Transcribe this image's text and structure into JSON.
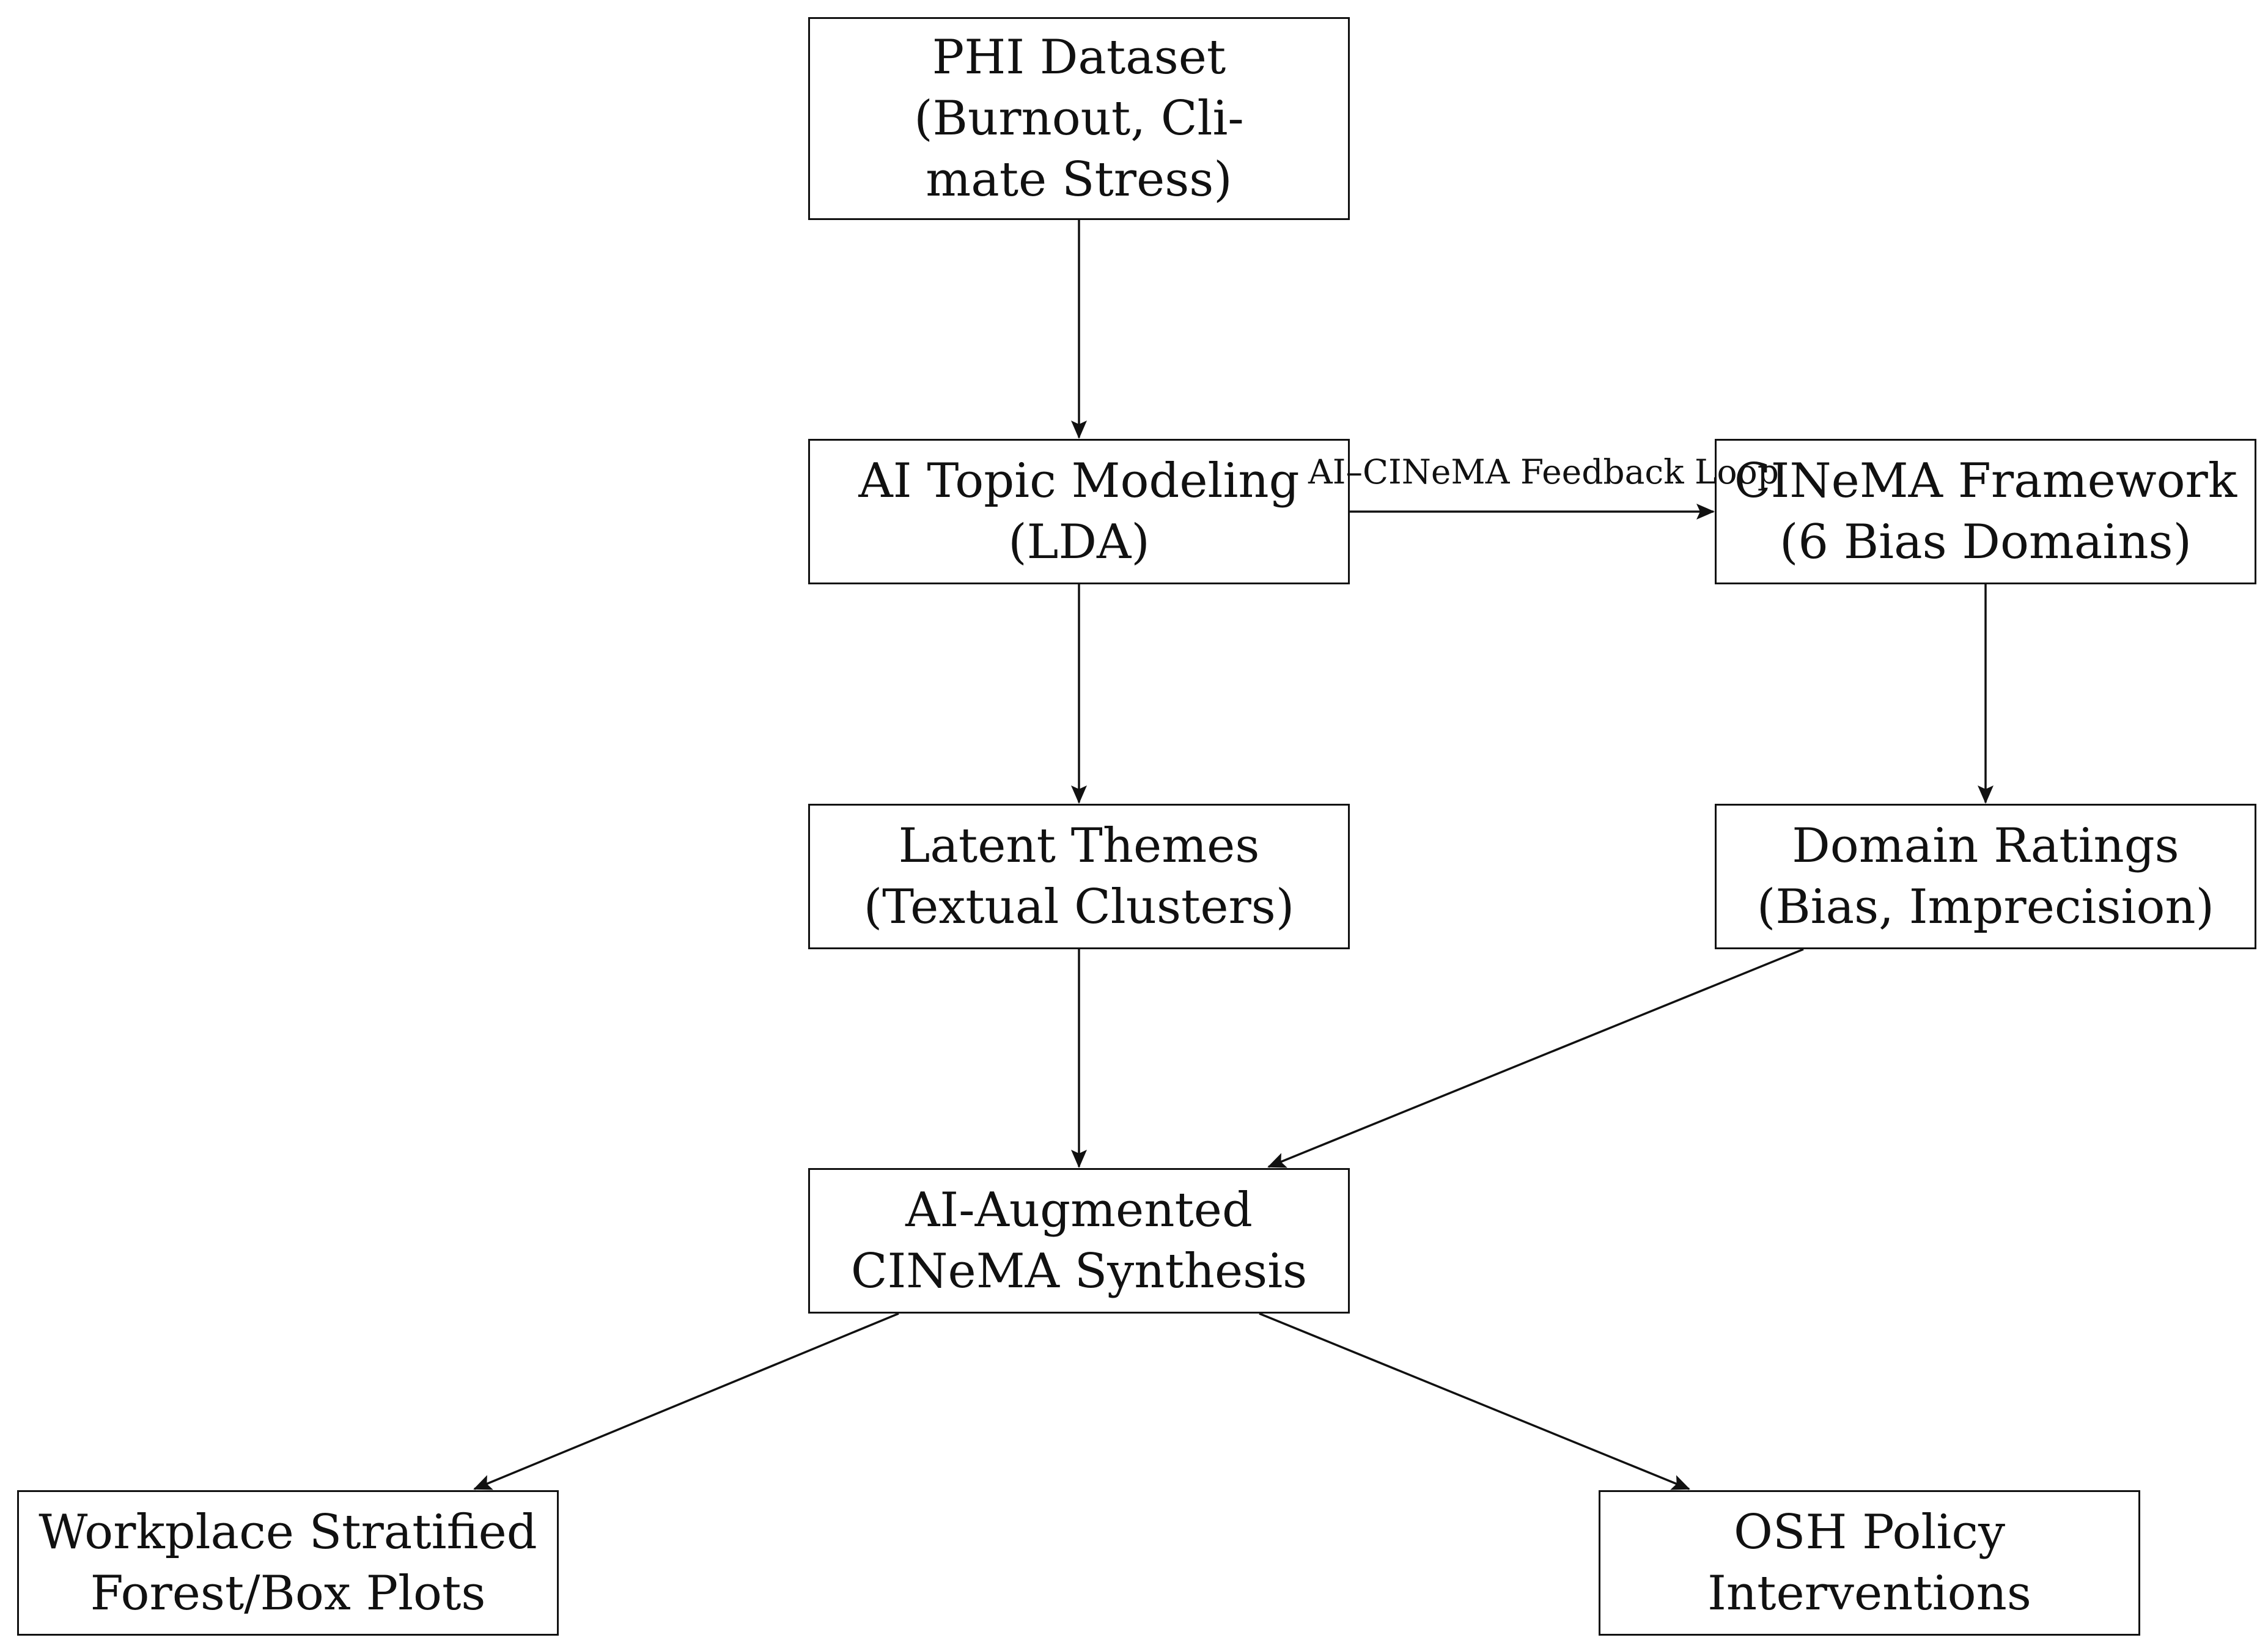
{
  "diagram": {
    "nodes": {
      "phi_dataset": {
        "lines": [
          "PHI Dataset",
          "(Burnout, Cli-",
          "mate Stress)"
        ]
      },
      "ai_topic_modeling": {
        "lines": [
          "AI Topic Modeling",
          "(LDA)"
        ]
      },
      "cinema_framework": {
        "lines": [
          "CINeMA Framework",
          "(6 Bias Domains)"
        ]
      },
      "latent_themes": {
        "lines": [
          "Latent Themes",
          "(Textual Clusters)"
        ]
      },
      "domain_ratings": {
        "lines": [
          "Domain Ratings",
          "(Bias, Imprecision)"
        ]
      },
      "synthesis": {
        "lines": [
          "AI-Augmented",
          "CINeMA Synthesis"
        ]
      },
      "plots": {
        "lines": [
          "Workplace Stratified",
          "Forest/Box Plots"
        ]
      },
      "policy": {
        "lines": [
          "OSH Policy",
          "Interventions"
        ]
      }
    },
    "edge_label": "AI–CINeMA Feedback Loop",
    "edges": [
      {
        "from": "phi_dataset",
        "to": "ai_topic_modeling"
      },
      {
        "from": "ai_topic_modeling",
        "to": "cinema_framework",
        "label": "AI–CINeMA Feedback Loop"
      },
      {
        "from": "ai_topic_modeling",
        "to": "latent_themes"
      },
      {
        "from": "cinema_framework",
        "to": "domain_ratings"
      },
      {
        "from": "latent_themes",
        "to": "synthesis"
      },
      {
        "from": "domain_ratings",
        "to": "synthesis"
      },
      {
        "from": "synthesis",
        "to": "plots"
      },
      {
        "from": "synthesis",
        "to": "policy"
      }
    ],
    "colors": {
      "stroke": "#111111",
      "fill": "#ffffff"
    }
  }
}
